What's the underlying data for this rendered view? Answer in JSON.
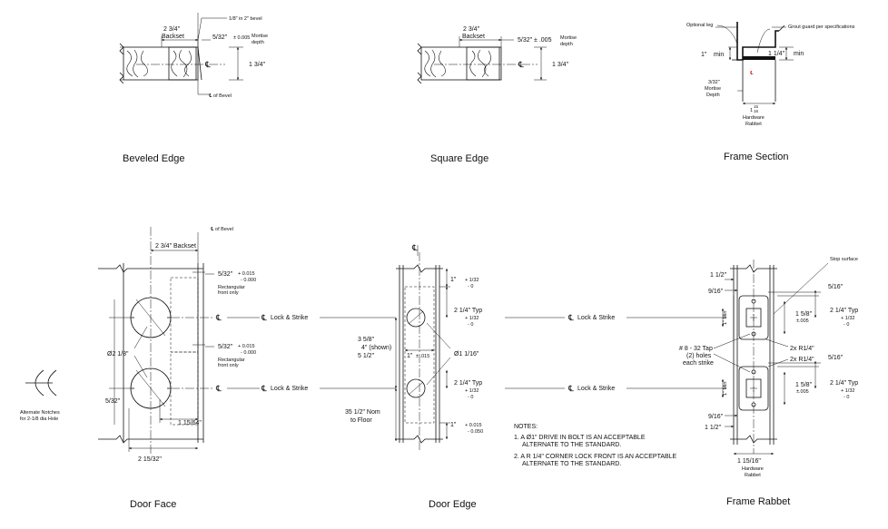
{
  "titles": {
    "beveled_edge": "Beveled Edge",
    "square_edge": "Square Edge",
    "frame_section": "Frame Section",
    "door_face": "Door Face",
    "door_edge": "Door Edge",
    "frame_rabbet": "Frame Rabbet"
  },
  "beveled": {
    "backset": "2 3/4\"",
    "backset_word": "Backset",
    "bevel": "1/8\" in 2\" bevel",
    "mortise_dim": "5/32\"",
    "mortise_tol": "± 0.005",
    "mortise_word_1": "Mortise",
    "mortise_word_2": "depth",
    "thickness": "1 3/4\"",
    "cl": "℄",
    "cl_bevel": "℄ of Bevel"
  },
  "square": {
    "backset": "2 3/4\"",
    "backset_word": "Backset",
    "mortise_dim": "5/32\" ± .005",
    "mortise_word_1": "Mortise",
    "mortise_word_2": "depth",
    "thickness": "1 3/4\"",
    "cl": "℄"
  },
  "frame_section": {
    "optional_leg": "Optional leg",
    "grout_guard": "Grout guard per specifications",
    "one_min": "1\"",
    "min_1": "min",
    "one_quarter": "1 1/4\"",
    "min_2": "min",
    "cl": "℄",
    "mortise_1": "3/32\"",
    "mortise_2": "Mortise",
    "mortise_3": "Depth",
    "rabbet_num": "1",
    "rabbet_frac_top": "15",
    "rabbet_frac_bot": "16",
    "rabbet_word_1": "Hardware",
    "rabbet_word_2": "Rabbet"
  },
  "door_face": {
    "cl_bevel": "℄ of Bevel",
    "backset": "2 3/4\" Backset",
    "dim_a": "5/32\"",
    "dim_a_tol_1": "+ 0.015",
    "dim_a_tol_2": "- 0.000",
    "rect_1": "Rectangular",
    "rect_2": "front only",
    "dim_b": "5/32\"",
    "dim_b_tol_1": "+ 0.015",
    "dim_b_tol_2": "- 0.000",
    "rect_3": "Rectangular",
    "rect_4": "front only",
    "dia": "Ø2 1/8\"",
    "left_532": "5/32\"",
    "right_dim": "1 15/64\"",
    "bottom_dim": "2 15/32\"",
    "cl": "℄"
  },
  "alt_notch": {
    "line_1": "Alternate Notches",
    "line_2": "for 2-1/8 dia Hole"
  },
  "lock_strike": {
    "label": "Lock & Strike",
    "cl": "℄"
  },
  "door_edge": {
    "cl": "℄",
    "top_dim": "1\"",
    "top_tol_1": "+ 1/32",
    "top_tol_2": "- 0",
    "typ_1": "2 1/4\" Typ",
    "typ_1_tol_1": "+ 1/32",
    "typ_1_tol_2": "- 0",
    "v_358": "3 5/8\"",
    "v_4": "4\" (shown)",
    "v_512": "5 1/2\"",
    "one_tol": "1\"",
    "one_tol_b": "± .015",
    "dia": "Ø1 1/16\"",
    "typ_2": "2 1/4\" Typ",
    "typ_2_tol_1": "+ 1/32",
    "typ_2_tol_2": "- 0",
    "nom_1": "35 1/2\" Nom",
    "nom_2": "to Floor",
    "bottom_dim": "1\"",
    "bottom_tol_1": "+ 0.015",
    "bottom_tol_2": "- 0.050"
  },
  "notes": {
    "heading": "NOTES:",
    "n1_a": "1. A Ø1\" DRIVE IN BOLT IS AN ACCEPTABLE",
    "n1_b": "ALTERNATE TO THE STANDARD.",
    "n2_a": "2. A R 1/4\" CORNER LOCK FRONT IS AN ACCEPTABLE",
    "n2_b": "ALTERNATE TO THE STANDARD."
  },
  "frame_rabbet": {
    "stop_surface": "Stop surface",
    "top_112": "1 1/2\"",
    "nine_16_top": "9/16\"",
    "five_16_top": "5/16\"",
    "typ_1": "2 1/4\" Typ",
    "typ_1_tol_1": "+ 1/32",
    "typ_1_tol_2": "- 0",
    "one_min_1": "1\" Min",
    "five_8_1": "1 5/8\"",
    "five_8_1_tol": "±.005",
    "tap_1": "# 8 - 32 Tap",
    "tap_2": "(2) holes",
    "tap_3": "each strike",
    "r_1": "2x R1/4\"",
    "r_2": "2x R1/4\"",
    "five_16_bot": "5/16\"",
    "typ_2": "2 1/4\" Typ",
    "typ_2_tol_1": "+ 1/32",
    "typ_2_tol_2": "- 0",
    "one_min_2": "1\" Min",
    "five_8_2": "1 5/8\"",
    "five_8_2_tol": "±.005",
    "nine_16_bot": "9/16\"",
    "bot_112": "1 1/2\"",
    "width": "1 15/16\"",
    "width_word_1": "Hardware",
    "width_word_2": "Rabbet"
  }
}
